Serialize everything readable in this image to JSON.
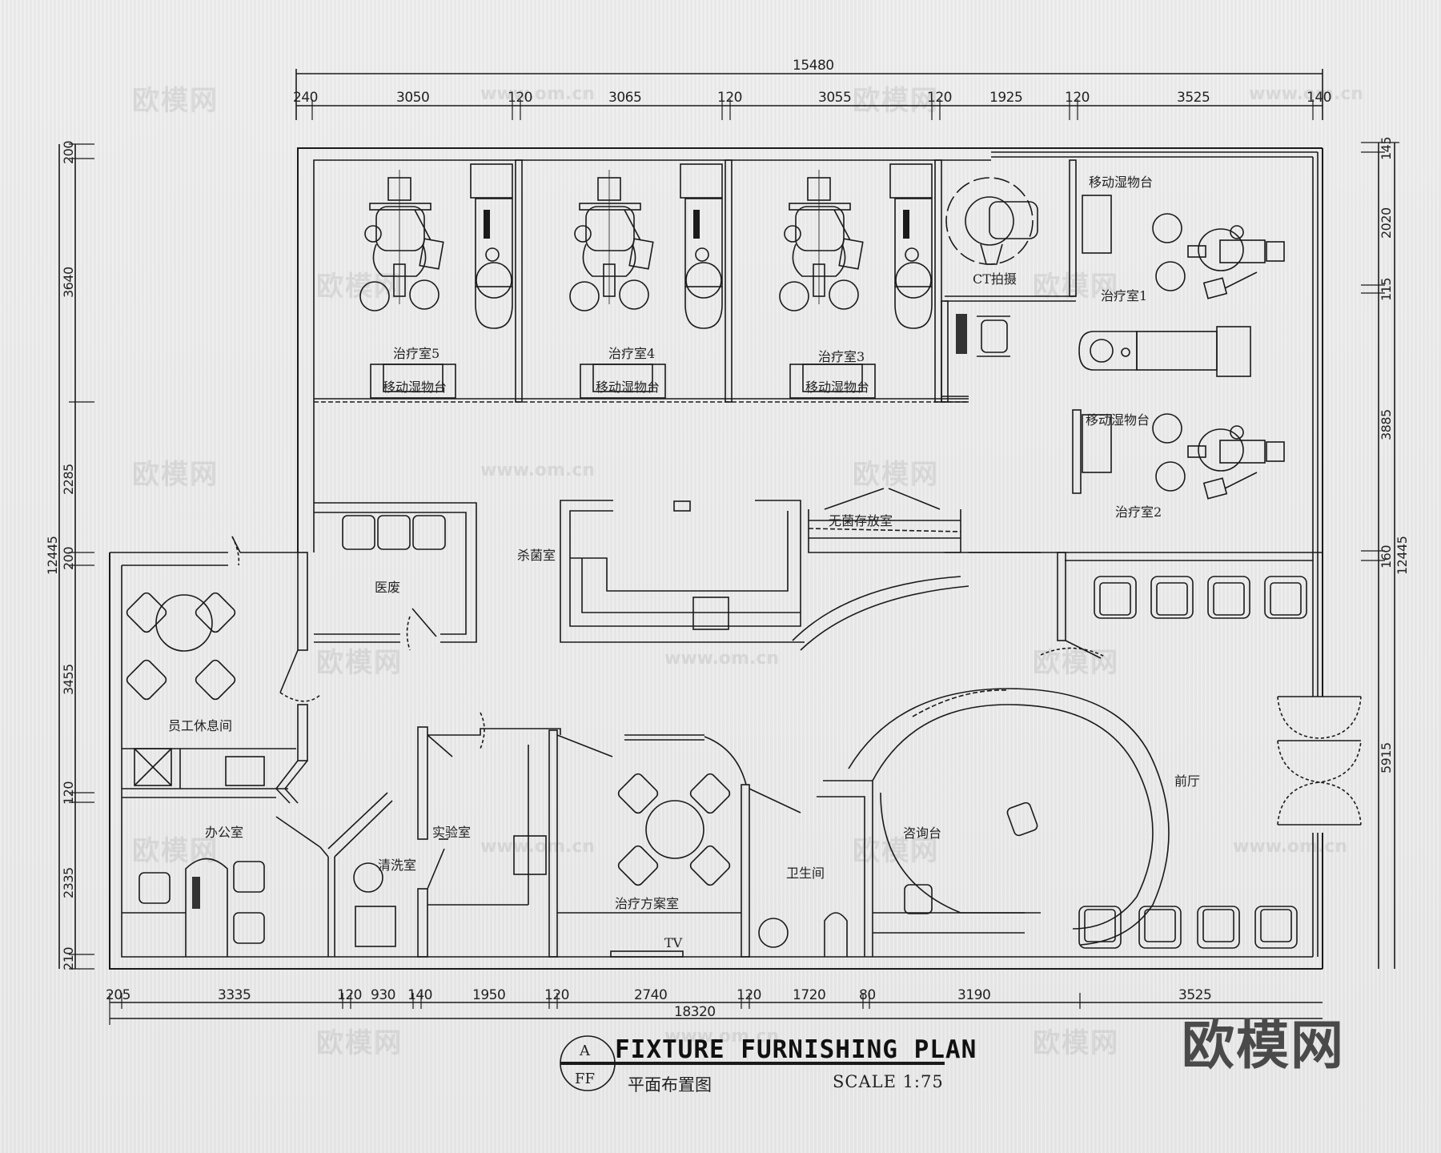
{
  "drawing": {
    "title": "FIXTURE FURNISHING PLAN",
    "subtitle_cn": "平面布置图",
    "scale": "SCALE 1:75",
    "callout": {
      "top": "A",
      "bottom": "FF"
    },
    "brand_watermark": "欧模网",
    "faint_watermark": "欧模网",
    "faint_url": "www.om.cn"
  },
  "dimensions": {
    "top_total": "15480",
    "top_segments": [
      "240",
      "3050",
      "120",
      "3065",
      "120",
      "3055",
      "120",
      "1925",
      "120",
      "3525",
      "140"
    ],
    "bottom_total": "18320",
    "bottom_segments": [
      "205",
      "3335",
      "120",
      "930",
      "140",
      "1950",
      "120",
      "2740",
      "120",
      "1720",
      "80",
      "3190",
      "3525"
    ],
    "left_total": "12445",
    "left_segments": [
      "200",
      "3640",
      "2285",
      "200",
      "3455",
      "120",
      "2335",
      "210"
    ],
    "right_total": "12445",
    "right_segments": [
      "145",
      "2020",
      "115",
      "3885",
      "160",
      "5915"
    ]
  },
  "rooms": {
    "treatment5": "治疗室5",
    "treatment4": "治疗室4",
    "treatment3": "治疗室3",
    "treatment1": "治疗室1",
    "treatment2": "治疗室2",
    "ct": "CT拍摄",
    "mobile_cart": "移动湿物台",
    "medical_waste": "医废",
    "sterilization": "杀菌室",
    "sterile_storage": "无菌存放室",
    "staff_lounge": "员工休息间",
    "office": "办公室",
    "washroom": "清洗室",
    "lab": "实验室",
    "plan_room": "治疗方案室",
    "restroom": "卫生间",
    "consult_desk": "咨询台",
    "lobby": "前厅",
    "tv": "TV"
  },
  "colors": {
    "line": "#1a1a1a",
    "paper": "#ebebeb",
    "watermark": "#4a4a4a"
  }
}
